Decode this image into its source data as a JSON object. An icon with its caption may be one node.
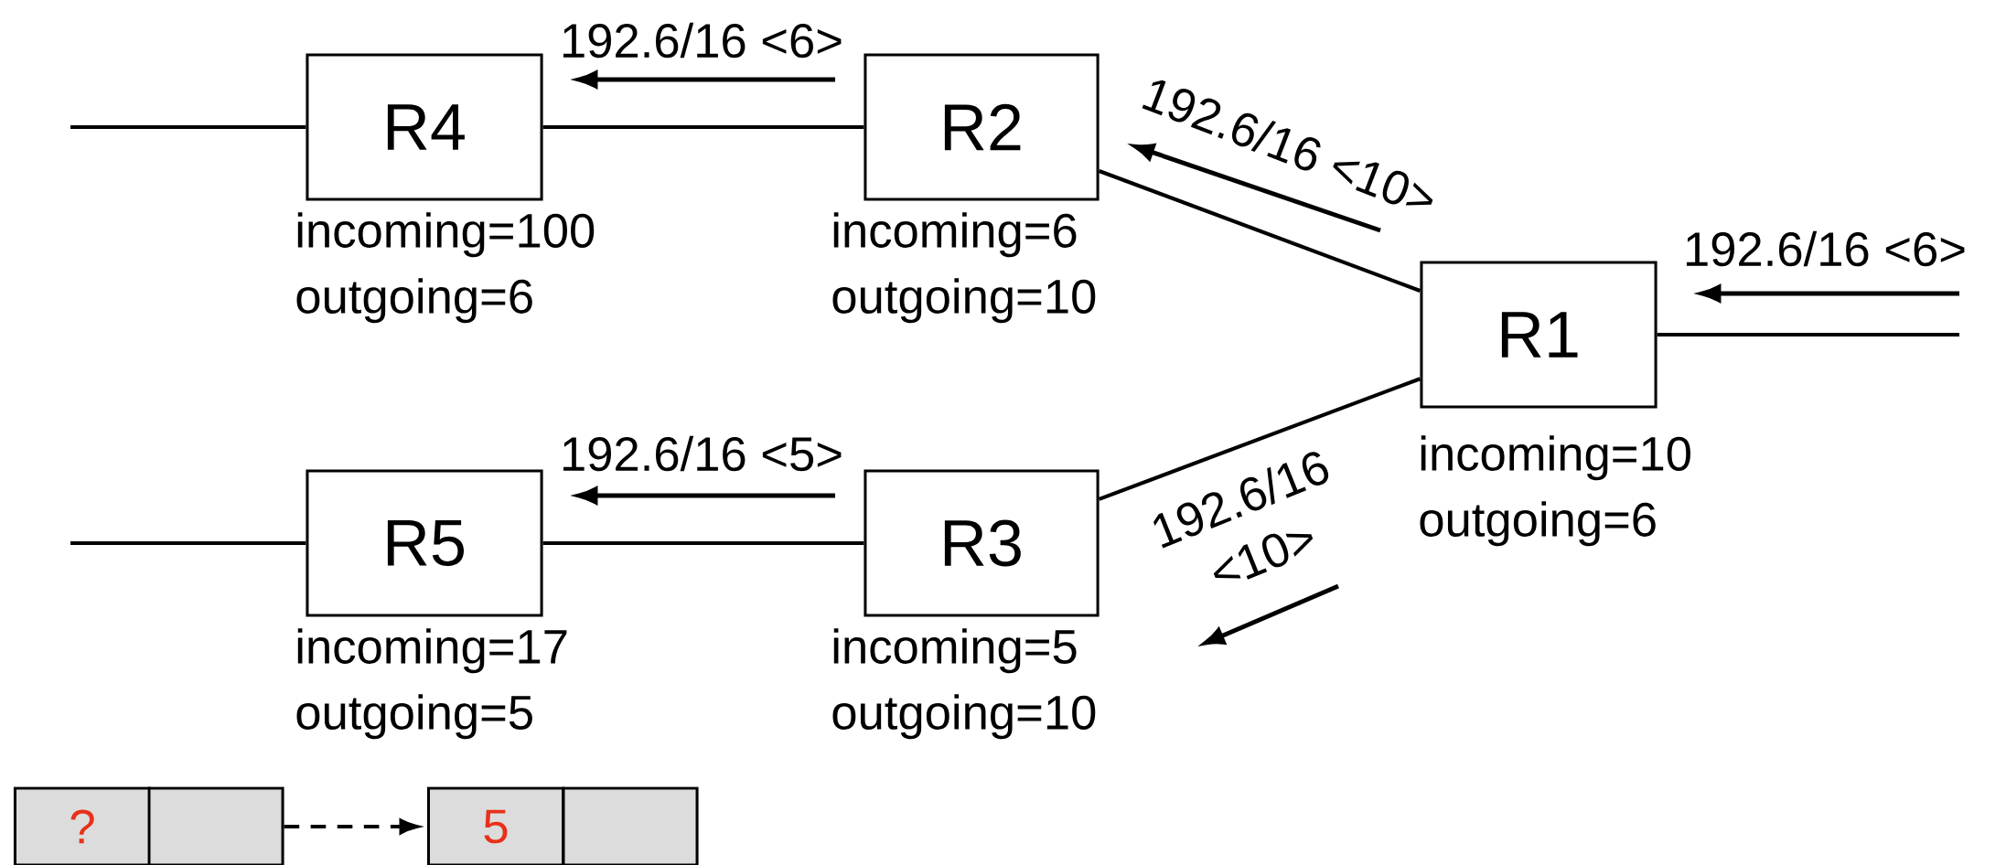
{
  "diagram": {
    "nodes": [
      {
        "text": [
          "R4"
        ],
        "beside": [
          "incoming=100",
          "outgoing=6"
        ]
      },
      {
        "text": [
          "R2"
        ],
        "beside": [
          "incoming=6",
          "outgoing=10"
        ]
      },
      {
        "text": [
          "R1"
        ],
        "beside": [
          "incoming=10",
          "outgoing=6"
        ]
      },
      {
        "text": [
          "R5"
        ],
        "beside": [
          "incoming=17",
          "outgoing=5"
        ]
      },
      {
        "text": [
          "R3"
        ],
        "beside": [
          "incoming=5",
          "outgoing=10"
        ]
      },
      {
        "text": [
          "?"
        ]
      },
      {
        "text": [],
        "shape": "box"
      },
      {
        "text": [
          "5"
        ]
      },
      {
        "text": [],
        "shape": "box"
      }
    ],
    "edges": [
      {
        "from": null,
        "to": 0,
        "arrow": "none"
      },
      {
        "from": 0,
        "to": 1,
        "arrow": "none"
      },
      {
        "from": 1,
        "to": 2,
        "arrow": "none"
      },
      {
        "from": 2,
        "to": null,
        "arrow": "none"
      },
      {
        "from": null,
        "to": 3,
        "arrow": "none"
      },
      {
        "from": 3,
        "to": 4,
        "arrow": "none"
      },
      {
        "from": 4,
        "to": 2,
        "arrow": "none"
      },
      {
        "from": 6,
        "to": 7,
        "arrow": "to",
        "style": "dashed"
      }
    ],
    "labels": [
      "192.6/16 <6>",
      "192.6/16 <10>",
      "192.6/16 <6>",
      "192.6/16 <5>",
      "192.6/16 <10>"
    ]
  }
}
